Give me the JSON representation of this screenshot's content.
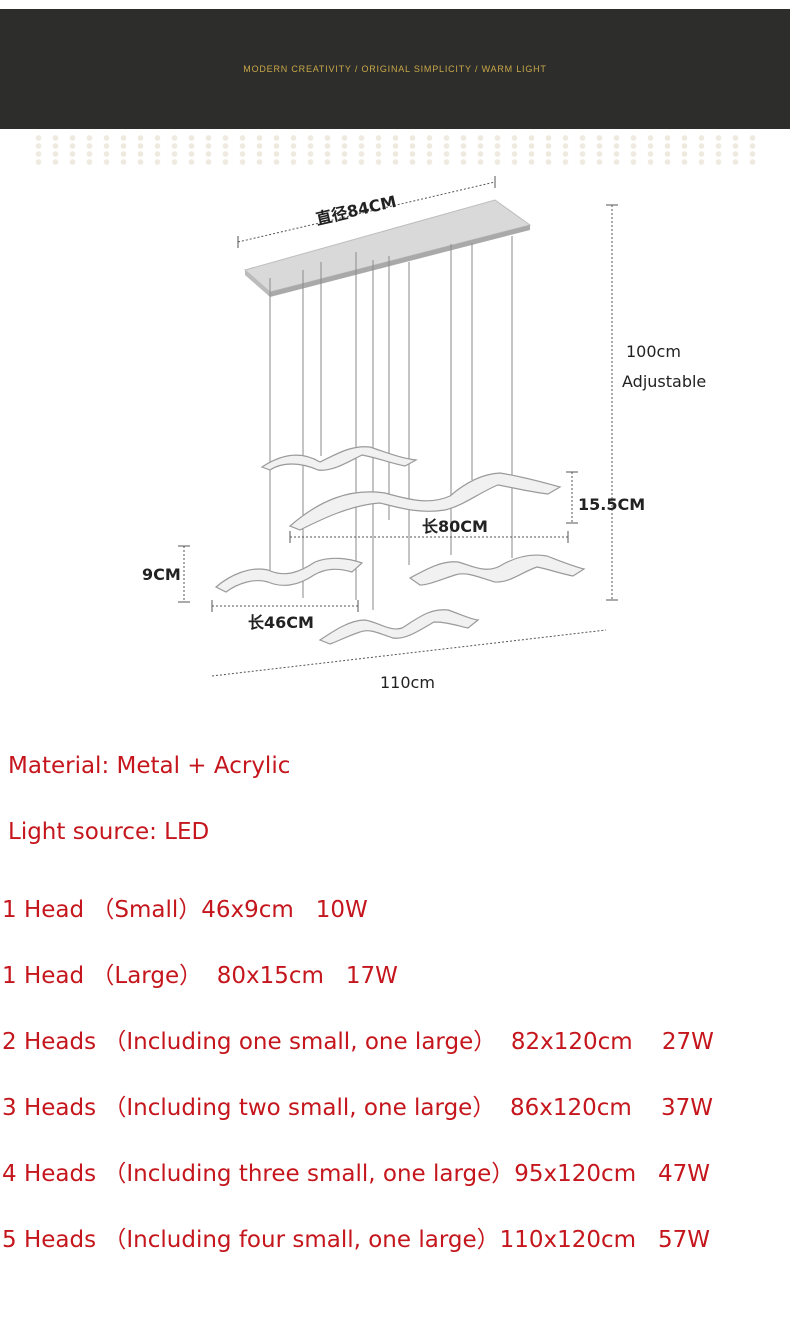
{
  "banner": {
    "tagline": "MODERN CREATIVITY / ORIGINAL SIMPLICITY / WARM LIGHT"
  },
  "diagram": {
    "diameter": "直径84CM",
    "height_value": "100cm",
    "height_note": "Adjustable",
    "large_height": "15.5CM",
    "large_length": "长80CM",
    "small_height": "9CM",
    "small_length": "长46CM",
    "total_width": "110cm"
  },
  "specs": {
    "material": "Material: Metal + Acrylic",
    "light_source": "Light source: LED",
    "options": [
      "1 Head （Small）46x9cm   10W",
      "1 Head （Large）  80x15cm   17W",
      "2 Heads （Including one small, one large）  82x120cm    27W",
      "3 Heads （Including two small, one large）  86x120cm    37W",
      "4 Heads （Including three small, one large）95x120cm   47W",
      "5 Heads （Including four small, one large）110x120cm   57W"
    ]
  }
}
